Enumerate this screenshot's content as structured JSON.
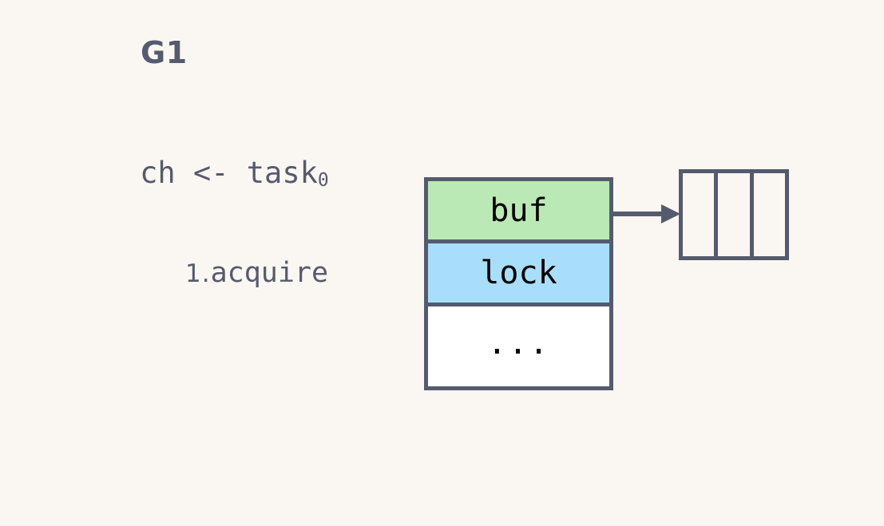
{
  "page": {
    "background_color": "#faf6f1",
    "stroke_color": "#555a6e",
    "label_text_color": "#000000"
  },
  "goroutine": {
    "title": "G1",
    "code": "ch <- task",
    "code_subscript": "0"
  },
  "steps": [
    {
      "number": "1.",
      "text": "acquire"
    }
  ],
  "channel_struct": {
    "fields": [
      {
        "name": "buf",
        "color": "#bbe9b5"
      },
      {
        "name": "lock",
        "color": "#a8defb"
      },
      {
        "name": "...",
        "color": "#ffffff"
      }
    ]
  },
  "pointer_arrow": {
    "icon": "arrow-right-icon",
    "from": "buf",
    "to": "backing-array"
  },
  "backing_array": {
    "cells": [
      "",
      "",
      ""
    ],
    "cell_color": "#faf6f1"
  }
}
